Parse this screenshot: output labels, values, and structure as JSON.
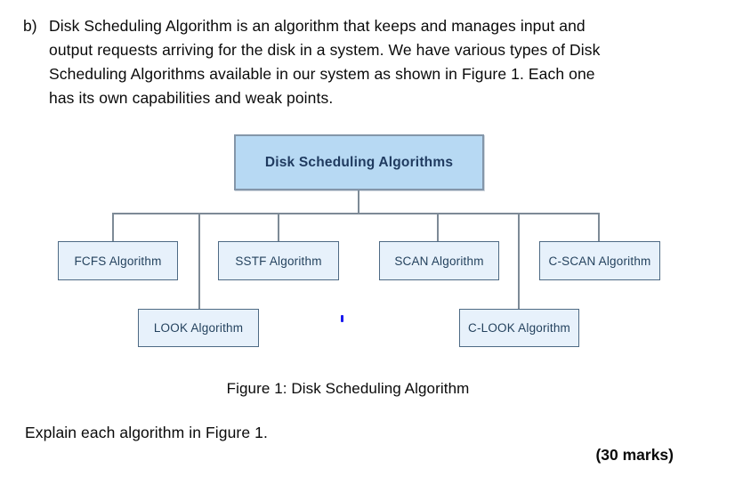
{
  "intro": {
    "marker": "b)",
    "lines": [
      "Disk Scheduling Algorithm is an algorithm that keeps and manages input and",
      "output requests arriving for the disk in a system. We have various types of Disk",
      "Scheduling Algorithms available in our system as shown in Figure 1. Each one",
      "has its own capabilities and weak points."
    ]
  },
  "diagram": {
    "root": {
      "label": "Disk Scheduling Algorithms"
    },
    "children": [
      {
        "label": "FCFS Algorithm"
      },
      {
        "label": "SSTF Algorithm"
      },
      {
        "label": "SCAN Algorithm"
      },
      {
        "label": "C-SCAN Algorithm"
      },
      {
        "label": "LOOK Algorithm"
      },
      {
        "label": "C-LOOK Algorithm"
      }
    ],
    "colors": {
      "root_fill": "#b7d9f3",
      "root_border": "#8496a9",
      "root_text": "#1f3a5f",
      "child_fill": "#e7f1fb",
      "child_border": "#4e6a84",
      "child_text": "#24425e",
      "connector": "#7d8a96",
      "cursor_mark": "#1a1aee"
    }
  },
  "caption": "Figure 1: Disk Scheduling Algorithm",
  "question": "Explain each algorithm in Figure 1.",
  "marks": "(30 marks)"
}
